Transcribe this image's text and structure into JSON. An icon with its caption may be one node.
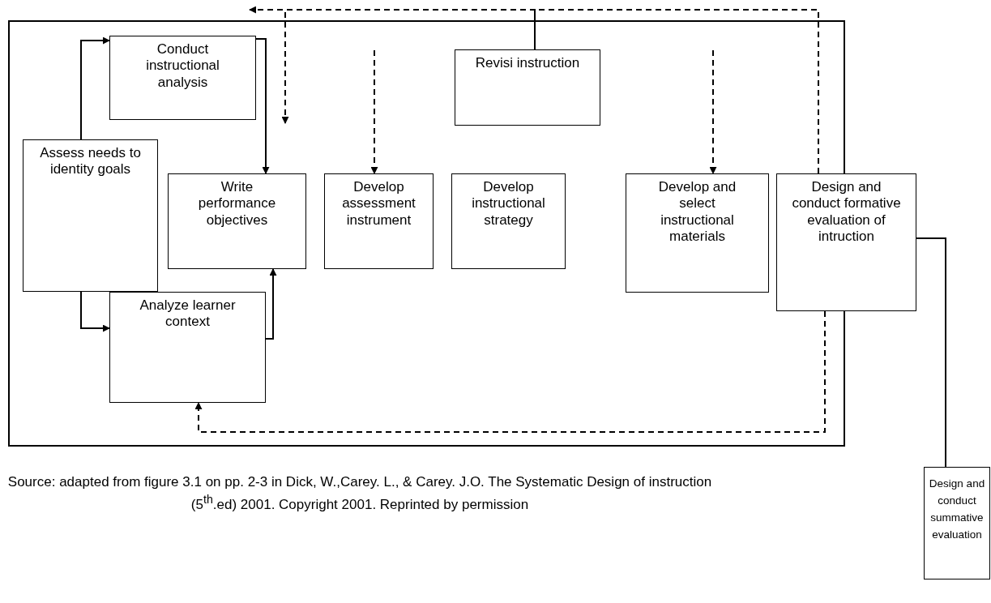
{
  "diagram": {
    "caption": "Source: adapted from figure 3.1 on pp. 2-3 in Dick, W.,Carey. L., & Carey. J.O. The Systematic Design of instruction (5$^{th}$.ed) 2001. Copyright 2001. Reprinted by permission",
    "nodes": [
      {
        "text": [],
        "shape": "box"
      },
      {
        "text": [
          "Conduct instructional analysis"
        ],
        "in": 0
      },
      {
        "text": [
          "Revisi instruction"
        ],
        "in": 0
      },
      {
        "text": [
          "Assess needs to identity goals"
        ],
        "in": 0
      },
      {
        "text": [
          "Write performance objectives"
        ],
        "in": 0
      },
      {
        "text": [
          "Develop assessment instrument"
        ],
        "in": 0
      },
      {
        "text": [
          "Develop instructional strategy"
        ],
        "in": 0
      },
      {
        "text": [
          "Develop and select instructional materials"
        ],
        "in": 0
      },
      {
        "text": [
          "Design and conduct formative evaluation of intruction"
        ]
      },
      {
        "text": [
          "Analyze learner context"
        ],
        "in": 0
      },
      {
        "text": [
          "Design and conduct summative evaluation"
        ]
      }
    ],
    "edges": [
      {
        "from": 3,
        "to": 1,
        "arrow": "to"
      },
      {
        "from": 1,
        "to": 4,
        "arrow": "to"
      },
      {
        "from": 8,
        "to": 2,
        "arrow": "none",
        "style": "dashed"
      },
      {
        "from": 2,
        "to": null,
        "arrow": "to",
        "style": "dashed"
      },
      {
        "from": 2,
        "to": null,
        "arrow": "to",
        "style": "dashed"
      },
      {
        "from": null,
        "to": 5,
        "arrow": "to",
        "style": "dashed"
      },
      {
        "from": null,
        "to": 7,
        "arrow": "to",
        "style": "dashed"
      },
      {
        "from": 3,
        "to": 9,
        "arrow": "to"
      },
      {
        "from": 9,
        "to": 4,
        "arrow": "to"
      },
      {
        "from": 8,
        "to": 9,
        "arrow": "to",
        "style": "dashed"
      },
      {
        "from": 8,
        "to": 10,
        "arrow": "none"
      }
    ]
  }
}
